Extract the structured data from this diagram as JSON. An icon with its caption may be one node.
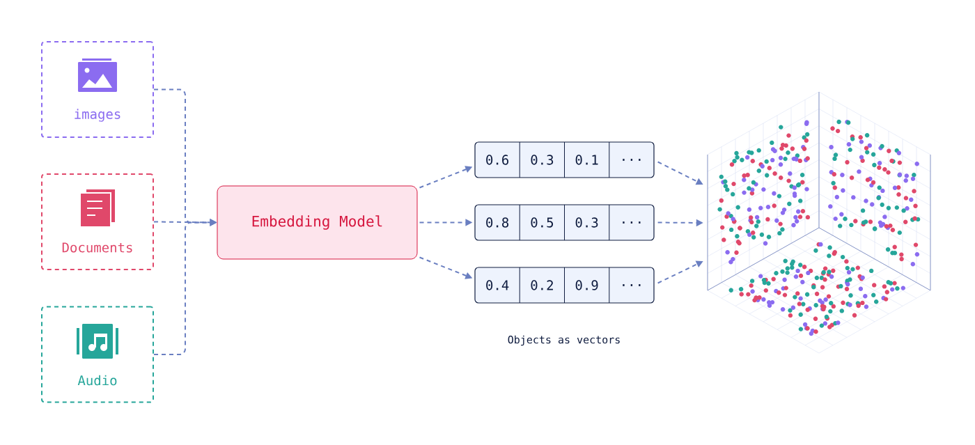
{
  "diagram": {
    "nodes": [
      {
        "text": [
          "images"
        ]
      },
      {
        "text": [
          "Documents"
        ]
      },
      {
        "text": [
          "Audio"
        ]
      },
      {
        "text": [
          "Embedding Model"
        ]
      },
      {
        "text": [
          "0.6",
          "0.3",
          "0.1",
          "..."
        ]
      },
      {
        "text": [
          "0.8",
          "0.5",
          "0.3",
          "..."
        ]
      },
      {
        "text": [
          "0.4",
          "0.2",
          "0.9",
          "..."
        ]
      },
      {
        "text": [],
        "shape": "picture"
      }
    ],
    "edges": [
      {
        "from": 0,
        "to": 3,
        "arrow": "to",
        "style": "dashed"
      },
      {
        "from": 1,
        "to": 3,
        "arrow": "to",
        "style": "dashed"
      },
      {
        "from": 2,
        "to": 3,
        "arrow": "to",
        "style": "dashed"
      },
      {
        "from": 3,
        "to": 4,
        "arrow": "to",
        "style": "dashed"
      },
      {
        "from": 3,
        "to": 5,
        "arrow": "to",
        "style": "dashed"
      },
      {
        "from": 3,
        "to": 6,
        "arrow": "to",
        "style": "dashed"
      },
      {
        "from": 4,
        "to": 7,
        "arrow": "to",
        "style": "dashed"
      },
      {
        "from": 5,
        "to": 7,
        "arrow": "to",
        "style": "dashed"
      },
      {
        "from": 6,
        "to": 7,
        "arrow": "to",
        "style": "dashed"
      }
    ],
    "labels": [
      "Objects as vectors"
    ]
  }
}
